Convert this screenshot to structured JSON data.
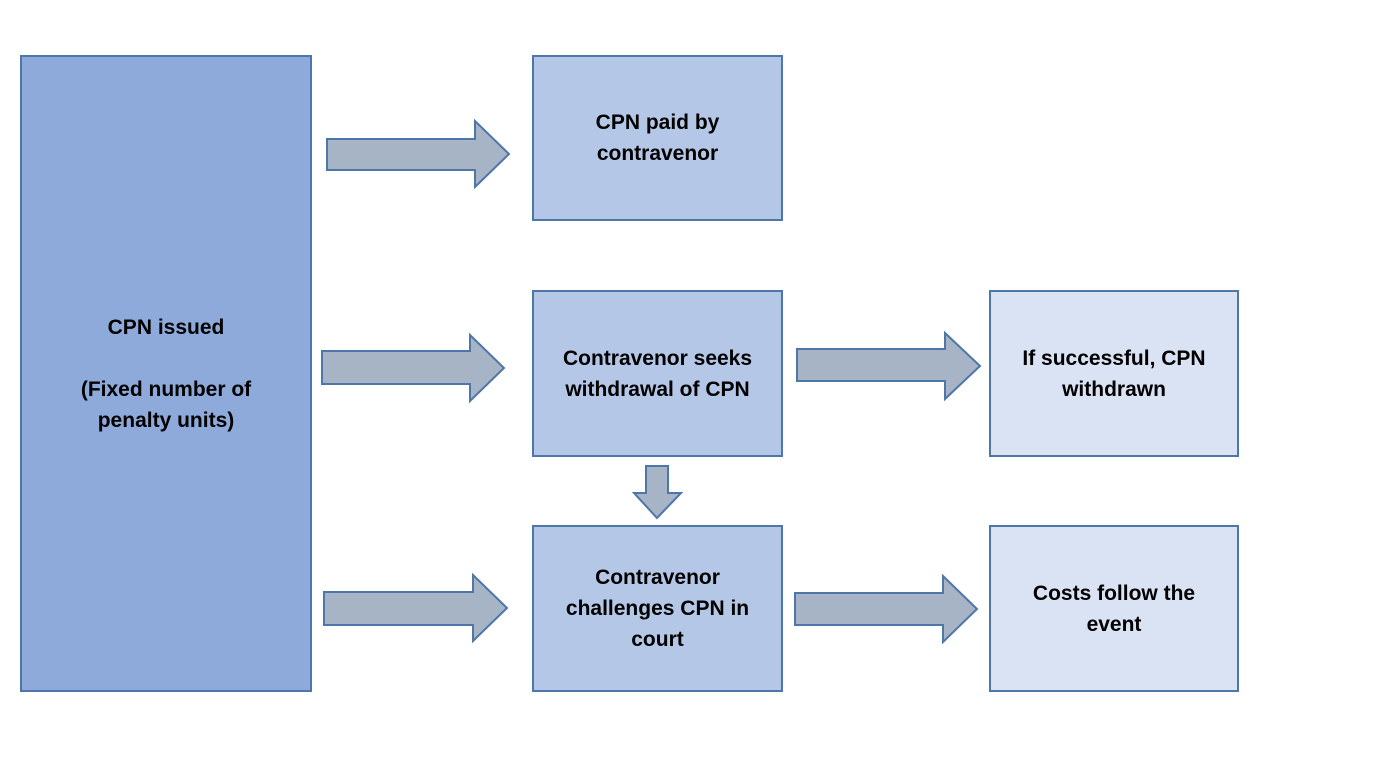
{
  "diagram": {
    "boxes": {
      "cpn_issued": {
        "line1": "CPN issued",
        "line2": "(Fixed number of",
        "line3": "penalty units)"
      },
      "cpn_paid": {
        "line1": "CPN paid by",
        "line2": "contravenor"
      },
      "seeks_withdrawal": {
        "line1": "Contravenor seeks",
        "line2": "withdrawal of CPN"
      },
      "challenges_in_court": {
        "line1": "Contravenor",
        "line2": "challenges CPN in",
        "line3": "court"
      },
      "withdrawn": {
        "line1": "If successful, CPN",
        "line2": "withdrawn"
      },
      "costs": {
        "line1": "Costs follow the",
        "line2": "event"
      }
    },
    "colors": {
      "border": "#4f76a8",
      "primary_box": "#8eaadb",
      "secondary_box": "#b4c7e7",
      "outcome_box": "#dae3f3",
      "arrow_fill": "#a6b4c6"
    }
  }
}
